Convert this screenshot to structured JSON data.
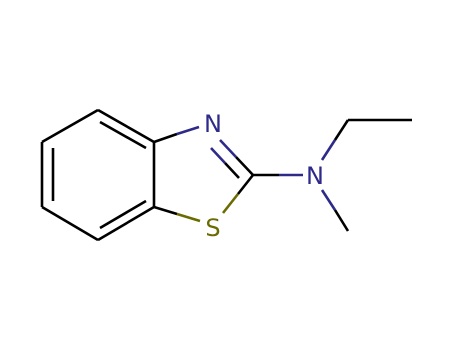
{
  "molecule": {
    "colors": {
      "carbon_bond": "#000000",
      "nitrogen": "#2e2a8a",
      "sulfur": "#6b6b00"
    },
    "atoms": [
      {
        "id": "N3",
        "element": "N",
        "label": "N"
      },
      {
        "id": "S1",
        "element": "S",
        "label": "S"
      },
      {
        "id": "Nexo",
        "element": "N",
        "label": "N"
      }
    ]
  }
}
